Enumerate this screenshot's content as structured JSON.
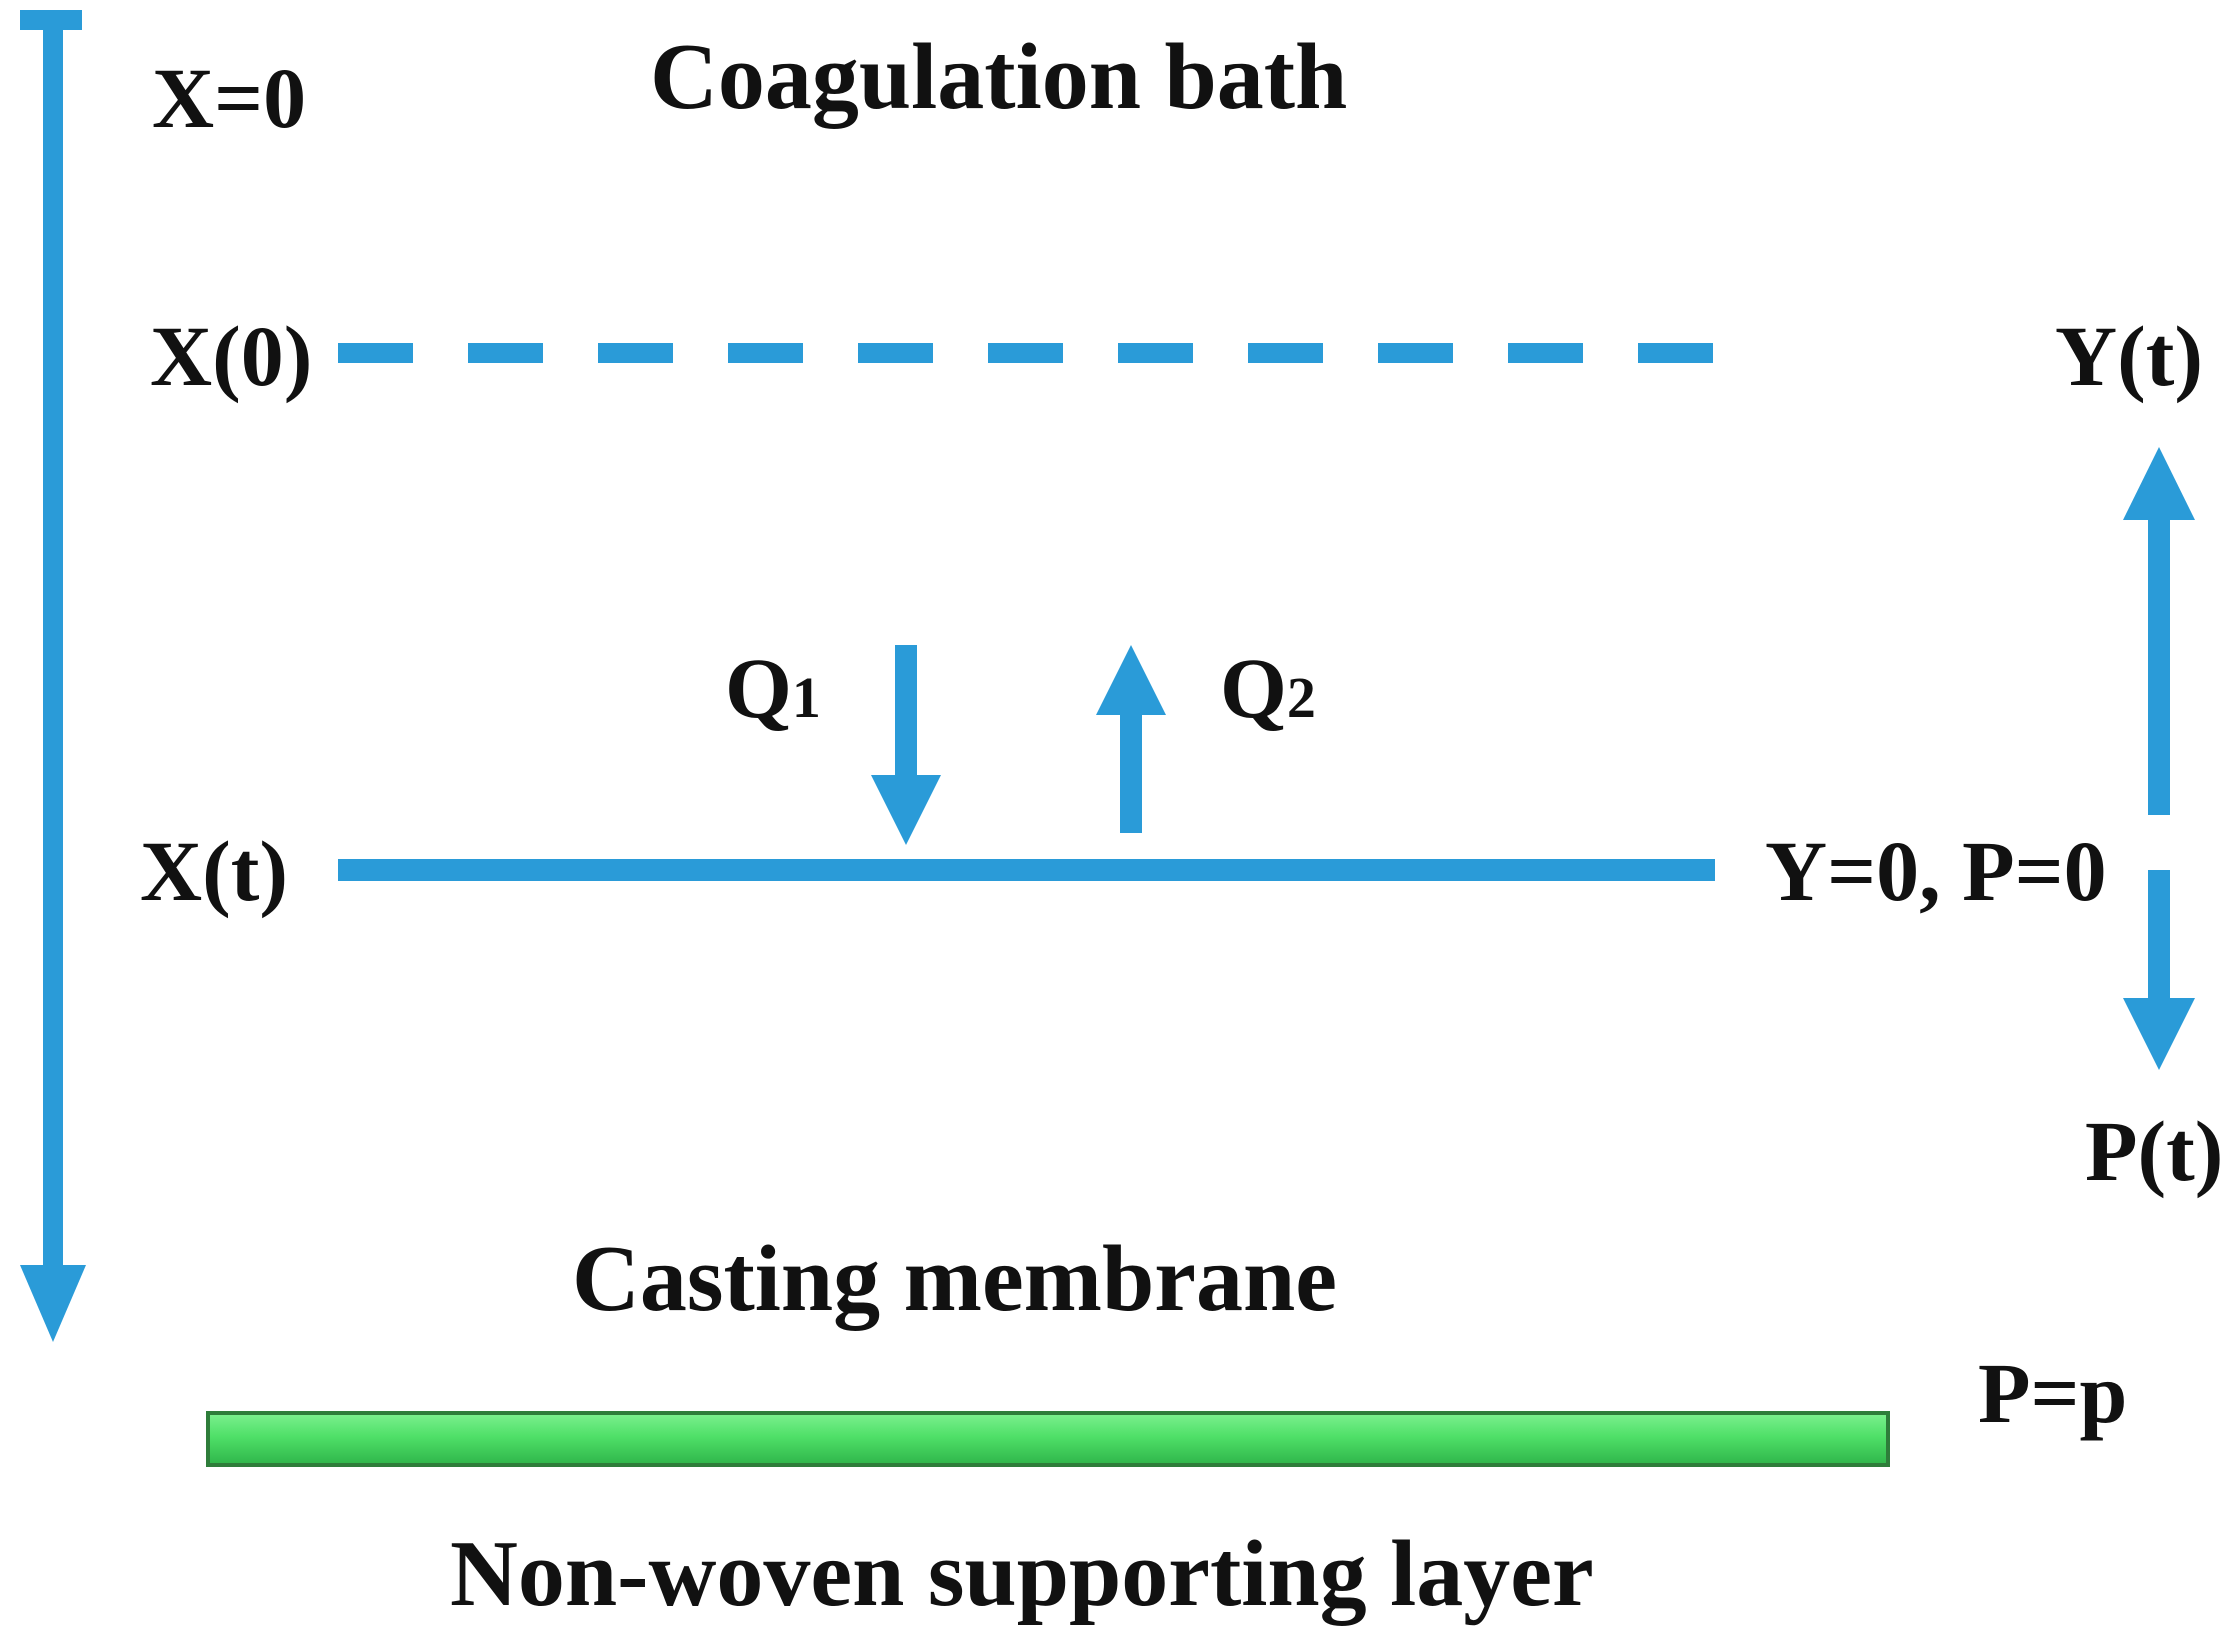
{
  "colors": {
    "line": "#2a9bd8",
    "support_layer": "#4fe068",
    "support_layer_edge": "#2e7d3a",
    "text": "#111111"
  },
  "labels": {
    "x_zero": "X=0",
    "coagulation_bath": "Coagulation bath",
    "x_zero_paren": "X(0)",
    "y_t": "Y(t)",
    "q1_main": "Q",
    "q1_sub": "1",
    "q2_main": "Q",
    "q2_sub": "2",
    "x_t": "X(t)",
    "y0_p0": "Y=0, P=0",
    "p_t": "P(t)",
    "casting_membrane": "Casting membrane",
    "p_eq_p": "P=p",
    "nonwoven_layer": "Non-woven supporting layer"
  },
  "icons": {
    "depth_axis": "down-arrow-icon",
    "q1_flux": "down-arrow-icon",
    "q2_flux": "up-arrow-icon",
    "y_growth": "up-arrow-icon",
    "p_growth": "down-arrow-icon"
  }
}
